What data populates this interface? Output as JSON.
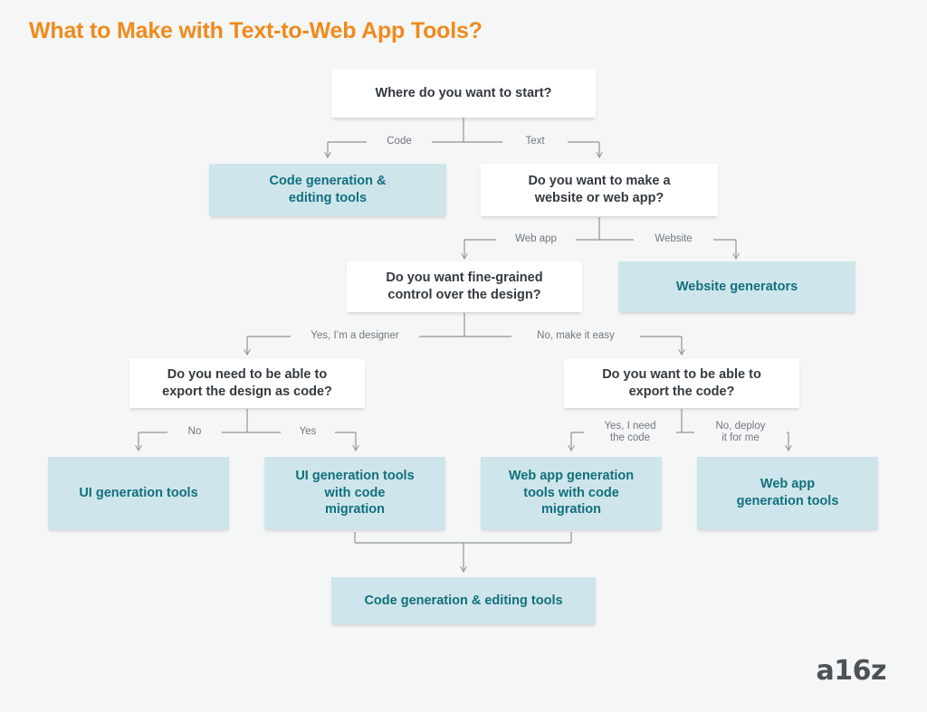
{
  "page": {
    "title": "What to Make with Text-to-Web App Tools?",
    "background_color": "#f5f6f6",
    "title_color": "#f08a1c",
    "question_box_color": "#ffffff",
    "question_text_color": "#333a3f",
    "answer_box_color": "#cfe5ec",
    "answer_text_color": "#10707d",
    "connector_color": "#8e959d",
    "edge_label_color": "#6f7780",
    "logo": "a16z"
  },
  "chart_data": {
    "type": "diagram",
    "title": "What to Make with Text-to-Web App Tools?",
    "nodes": [
      {
        "id": "n1",
        "kind": "question",
        "text": "Where do you want to start?"
      },
      {
        "id": "n2",
        "kind": "answer",
        "text": "Code generation &\nediting tools"
      },
      {
        "id": "n3",
        "kind": "question",
        "text": "Do you want to make a\nwebsite or web app?"
      },
      {
        "id": "n4",
        "kind": "question",
        "text": "Do you want fine-grained\ncontrol over the design?"
      },
      {
        "id": "n5",
        "kind": "answer",
        "text": "Website generators"
      },
      {
        "id": "n6",
        "kind": "question",
        "text": "Do you need to be able to\nexport the design as code?"
      },
      {
        "id": "n7",
        "kind": "question",
        "text": "Do you want to be able to\nexport the code?"
      },
      {
        "id": "n8",
        "kind": "answer",
        "text": "UI generation tools"
      },
      {
        "id": "n9",
        "kind": "answer",
        "text": "UI generation tools\nwith code\nmigration"
      },
      {
        "id": "n10",
        "kind": "answer",
        "text": "Web app generation\ntools with code\nmigration"
      },
      {
        "id": "n11",
        "kind": "answer",
        "text": "Web app\ngeneration tools"
      },
      {
        "id": "n12",
        "kind": "answer",
        "text": "Code generation & editing tools"
      }
    ],
    "edges": [
      {
        "from": "n1",
        "to": "n2",
        "label": "Code"
      },
      {
        "from": "n1",
        "to": "n3",
        "label": "Text"
      },
      {
        "from": "n3",
        "to": "n4",
        "label": "Web app"
      },
      {
        "from": "n3",
        "to": "n5",
        "label": "Website"
      },
      {
        "from": "n4",
        "to": "n6",
        "label": "Yes, I’m a designer"
      },
      {
        "from": "n4",
        "to": "n7",
        "label": "No, make it easy"
      },
      {
        "from": "n6",
        "to": "n8",
        "label": "No"
      },
      {
        "from": "n6",
        "to": "n9",
        "label": "Yes"
      },
      {
        "from": "n7",
        "to": "n10",
        "label": "Yes, I need\nthe code"
      },
      {
        "from": "n7",
        "to": "n11",
        "label": "No, deploy\nit for me"
      },
      {
        "from": "n9",
        "to": "n12",
        "label": ""
      },
      {
        "from": "n10",
        "to": "n12",
        "label": ""
      }
    ]
  },
  "nodes": {
    "start": {
      "text": "Where do you want to start?"
    },
    "code_gen_tools_top": {
      "text": "Code generation &\nediting tools"
    },
    "website_or_webapp": {
      "text": "Do you want to make a\nwebsite or web app?"
    },
    "fine_grained": {
      "text": "Do you want fine-grained\ncontrol over the design?"
    },
    "website_generators": {
      "text": "Website generators"
    },
    "export_design_as_code": {
      "text": "Do you need to be able to\nexport the design as code?"
    },
    "export_the_code": {
      "text": "Do you want to be able to\nexport the code?"
    },
    "ui_generation_tools": {
      "text": "UI generation tools"
    },
    "ui_gen_code_migration": {
      "text": "UI generation tools\nwith code\nmigration"
    },
    "webapp_gen_code_migration": {
      "text": "Web app generation\ntools with code\nmigration"
    },
    "webapp_gen_tools": {
      "text": "Web app\ngeneration tools"
    },
    "code_gen_tools_bottom": {
      "text": "Code generation & editing tools"
    }
  },
  "edge_labels": {
    "code": "Code",
    "text": "Text",
    "web_app": "Web app",
    "website": "Website",
    "yes_designer": "Yes, I’m a designer",
    "no_make_it_easy": "No, make it easy",
    "no": "No",
    "yes": "Yes",
    "yes_need_code": "Yes, I need\nthe code",
    "no_deploy_for_me": "No, deploy\nit for me"
  }
}
